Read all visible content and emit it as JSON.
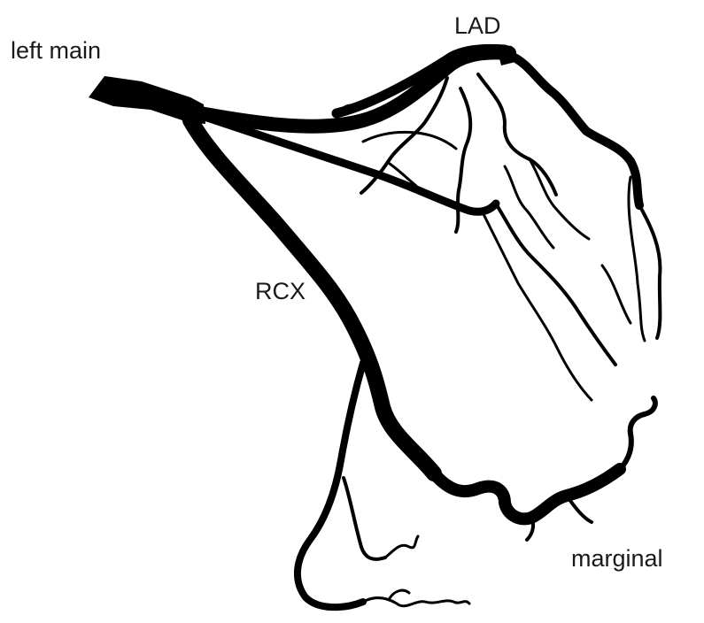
{
  "diagram": {
    "labels": {
      "left_main": "left main",
      "lad": "LAD",
      "rcx": "RCX",
      "marginal": "marginal"
    },
    "colors": {
      "vessel": "#000000",
      "background": "#ffffff",
      "text": "#1a1a1a"
    }
  }
}
